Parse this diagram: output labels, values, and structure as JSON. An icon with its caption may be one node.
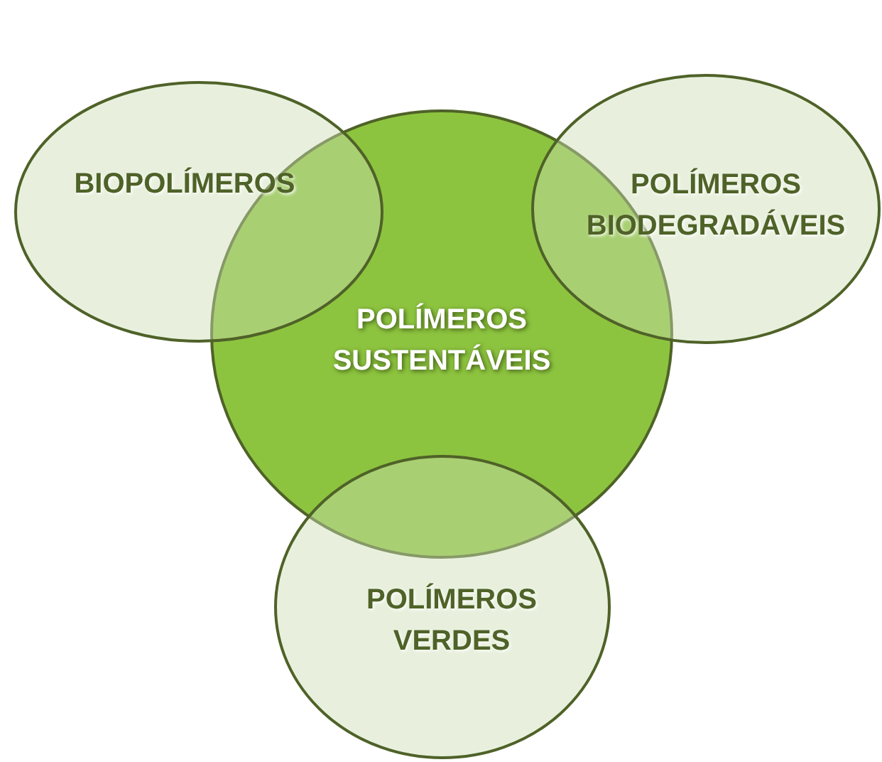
{
  "diagram": {
    "nodes": [
      {
        "text": [
          "BIOPOLÍMEROS"
        ]
      },
      {
        "text": [
          "POLÍMEROS BIODEGRADÁVEIS"
        ]
      },
      {
        "text": [
          "POLÍMEROS SUSTENTÁVEIS"
        ]
      },
      {
        "text": [
          "POLÍMEROS VERDES"
        ]
      }
    ]
  }
}
